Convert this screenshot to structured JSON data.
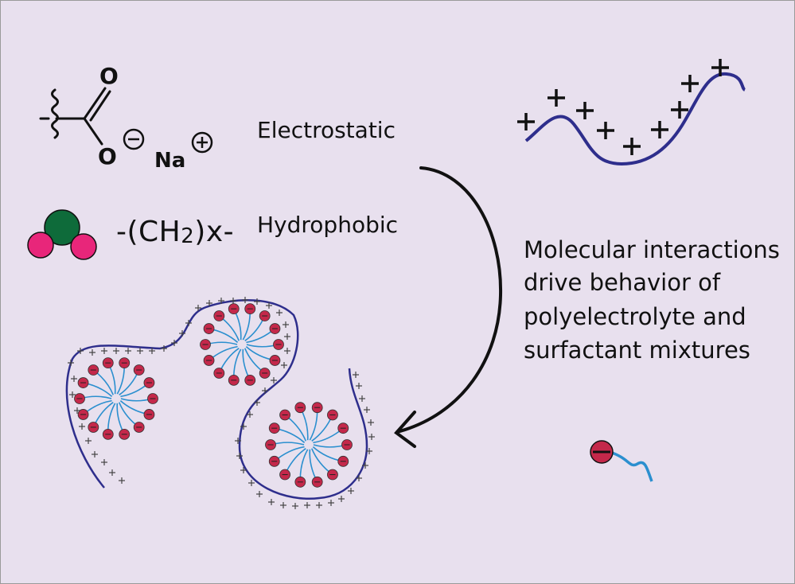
{
  "labels": {
    "electrostatic": "Electrostatic",
    "hydrophobic": "Hydrophobic",
    "ch2_prefix": "-(CH",
    "ch2_sub": "2",
    "ch2_suffix": ")x-"
  },
  "chem": {
    "oxygen_top": "O",
    "oxygen_bottom": "O",
    "sodium": "Na"
  },
  "caption": {
    "lines": [
      "Molecular interactions",
      "drive behavior of",
      "polyelectrolyte and",
      "surfactant mixtures"
    ]
  },
  "colors": {
    "background": "#e8e0ee",
    "polymer": "#2e2e8c",
    "headgroup": "#c4284a",
    "tail": "#2b8fcf",
    "hydrophobic_green": "#0e6b3a",
    "hydrophobic_pink": "#e8267a",
    "text": "#111111"
  },
  "icons": {
    "charge_positive": "plus-charge-icon",
    "charge_negative": "minus-charge-icon",
    "wavy_bond": "wavy-bond-icon"
  }
}
